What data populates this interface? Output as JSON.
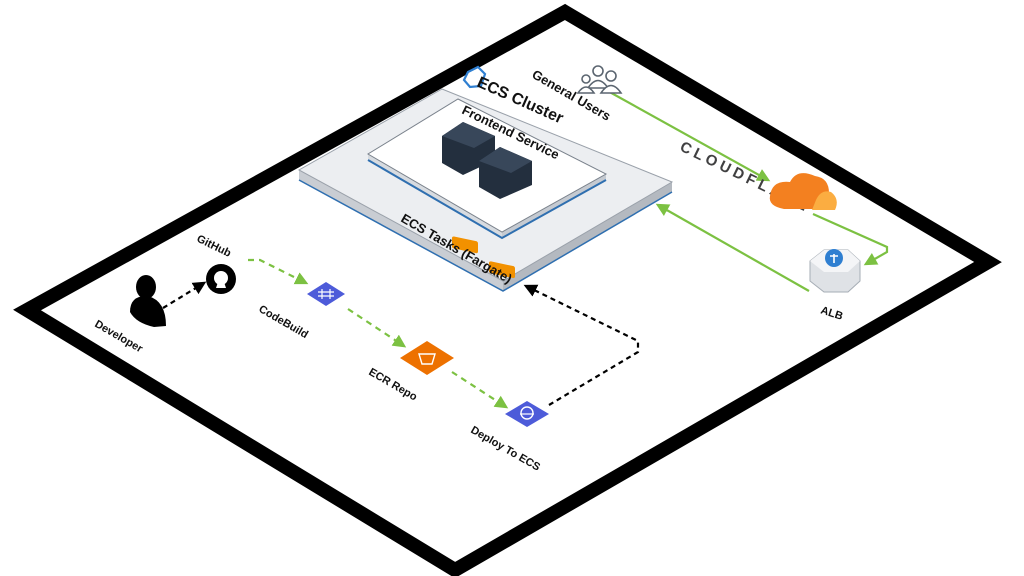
{
  "cluster": {
    "title": "ECS Cluster",
    "service": "Frontend Service",
    "tasks": "ECS Tasks (Fargate)"
  },
  "nodes": {
    "general_users": "General Users",
    "cloudflare": "CLOUDFLARE",
    "alb": "ALB",
    "github": "GitHub",
    "developer": "Developer",
    "codebuild": "CodeBuild",
    "ecr_repo": "ECR Repo",
    "deploy": "Deploy To ECS"
  },
  "colors": {
    "frame": "#000000",
    "green_flow": "#7cc142",
    "pipeline": "#8cc04b",
    "deploy_flow": "#000000",
    "cloudflare_orange": "#f38020",
    "cloudflare_light": "#fbad41",
    "aws_devtools": "#4d5bd9",
    "aws_container": "#ed7100",
    "alb_blue": "#2f7fd1",
    "cluster_platform": "#e9ebee"
  },
  "icons": {
    "users": "users-icon",
    "cloudflare": "cloudflare-cloud-icon",
    "alb": "load-balancer-icon",
    "github": "github-icon",
    "developer": "person-icon",
    "codebuild": "codebuild-icon",
    "ecr": "ecr-icon",
    "deploy": "codedeploy-icon",
    "ecs": "ecs-icon",
    "task": "fargate-task-icon"
  }
}
